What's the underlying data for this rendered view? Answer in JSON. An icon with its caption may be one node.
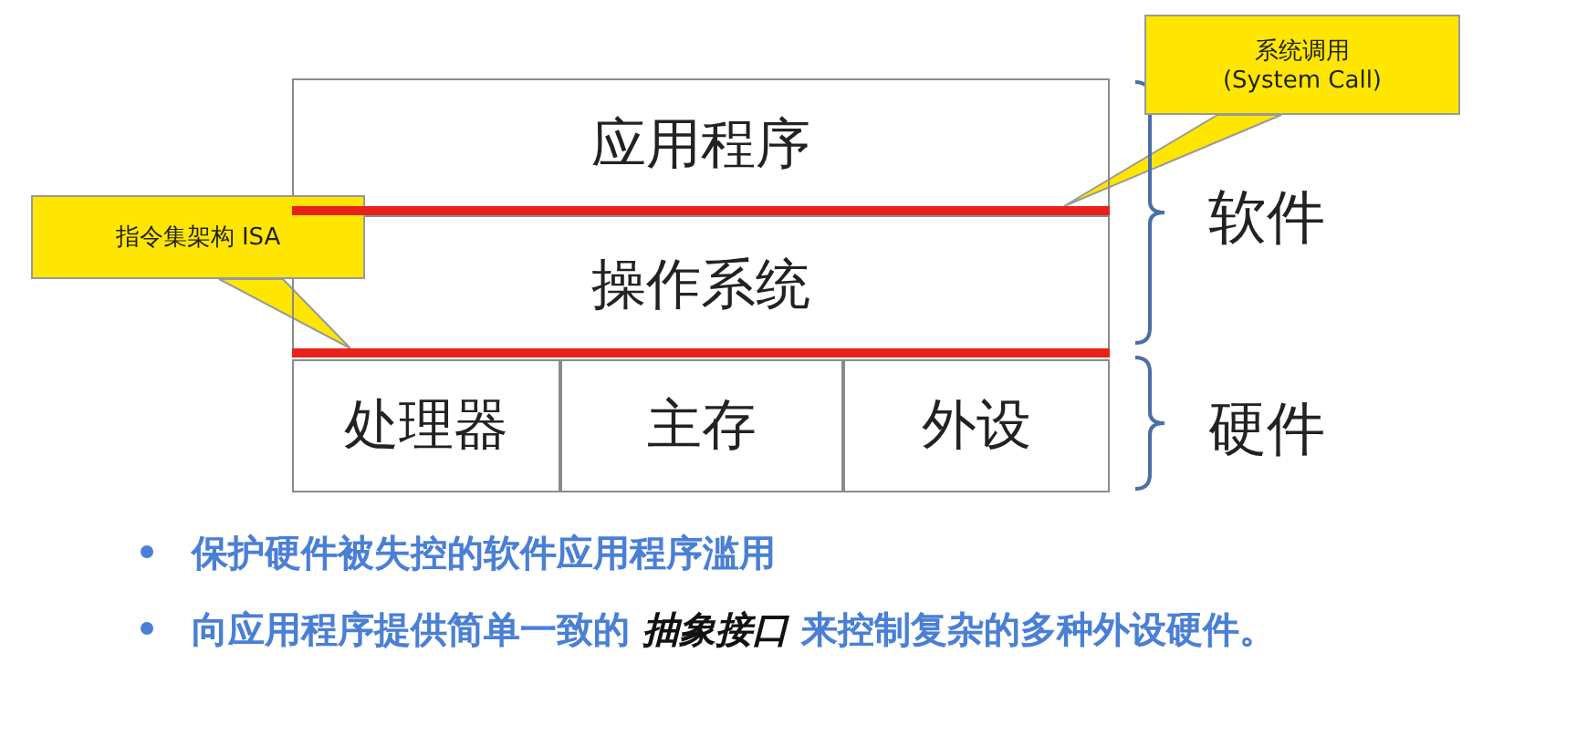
{
  "diagram": {
    "nodes": [
      {
        "text": [
          "应用程序"
        ]
      },
      {
        "text": [
          "操作系统"
        ]
      },
      {
        "text": [
          "处理器"
        ]
      },
      {
        "text": [
          "主存"
        ]
      },
      {
        "text": [
          "外设"
        ]
      },
      {
        "text": [
          "系统调用 (System Call)"
        ]
      },
      {
        "text": [
          "指令集架构 ISA"
        ]
      },
      {
        "text": [],
        "shape": "bar"
      },
      {
        "text": [],
        "shape": "bar"
      }
    ],
    "edges": [
      {
        "from": 5,
        "to": 7,
        "arrow": "none"
      },
      {
        "from": 6,
        "to": 8,
        "arrow": "none"
      }
    ],
    "labels": [
      "软件",
      "硬件",
      "保护硬件被失控的软件应用程序滥用",
      "向应用程序提供简单一致的 *抽象接口* 来控制复杂的多种外设硬件。"
    ]
  }
}
